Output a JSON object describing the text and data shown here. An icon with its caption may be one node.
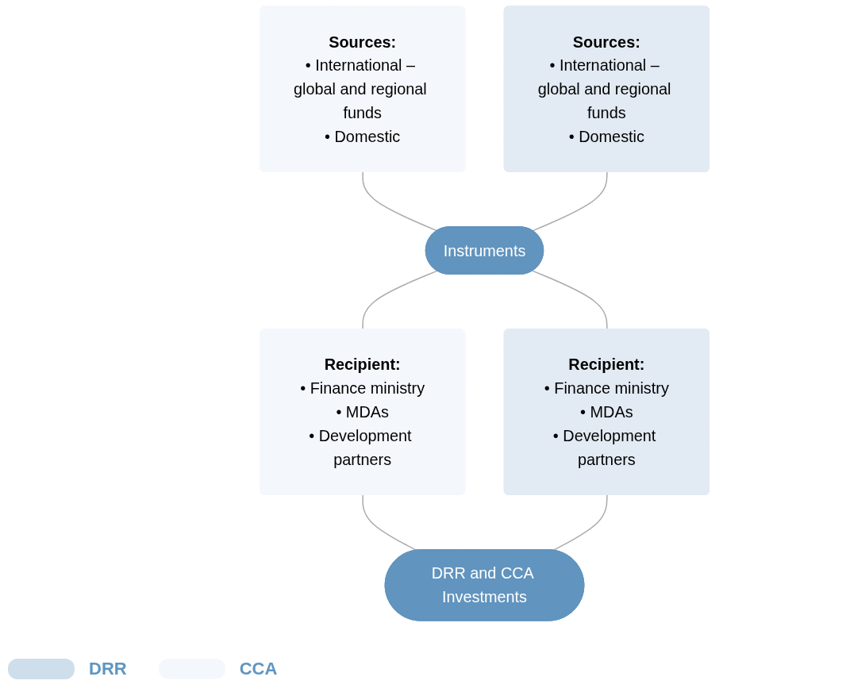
{
  "diagram": {
    "nodes": [
      {
        "text": [
          "Sources:",
          "• International – global and regional funds",
          "• Domestic"
        ]
      },
      {
        "text": [
          "Sources:",
          "• International – global and regional funds",
          "• Domestic"
        ]
      },
      {
        "text": [
          "Instruments"
        ]
      },
      {
        "text": [
          "Recipient:",
          "• Finance ministry",
          "• MDAs",
          "• Development partners"
        ]
      },
      {
        "text": [
          "Recipient:",
          "• Finance ministry",
          "• MDAs",
          "• Development partners"
        ]
      },
      {
        "text": [
          "DRR and CCA Investments"
        ]
      }
    ],
    "edges": [
      {
        "from": 0,
        "to": 2,
        "arrow": "none"
      },
      {
        "from": 1,
        "to": 2,
        "arrow": "none"
      },
      {
        "from": 2,
        "to": 3,
        "arrow": "none"
      },
      {
        "from": 2,
        "to": 4,
        "arrow": "none"
      },
      {
        "from": 3,
        "to": 5,
        "arrow": "none"
      },
      {
        "from": 4,
        "to": 5,
        "arrow": "none"
      }
    ],
    "legend": [
      {
        "text": "DRR",
        "color": "#cfdeeb"
      },
      {
        "text": "CCA",
        "color": "#f4f8fc"
      }
    ]
  }
}
